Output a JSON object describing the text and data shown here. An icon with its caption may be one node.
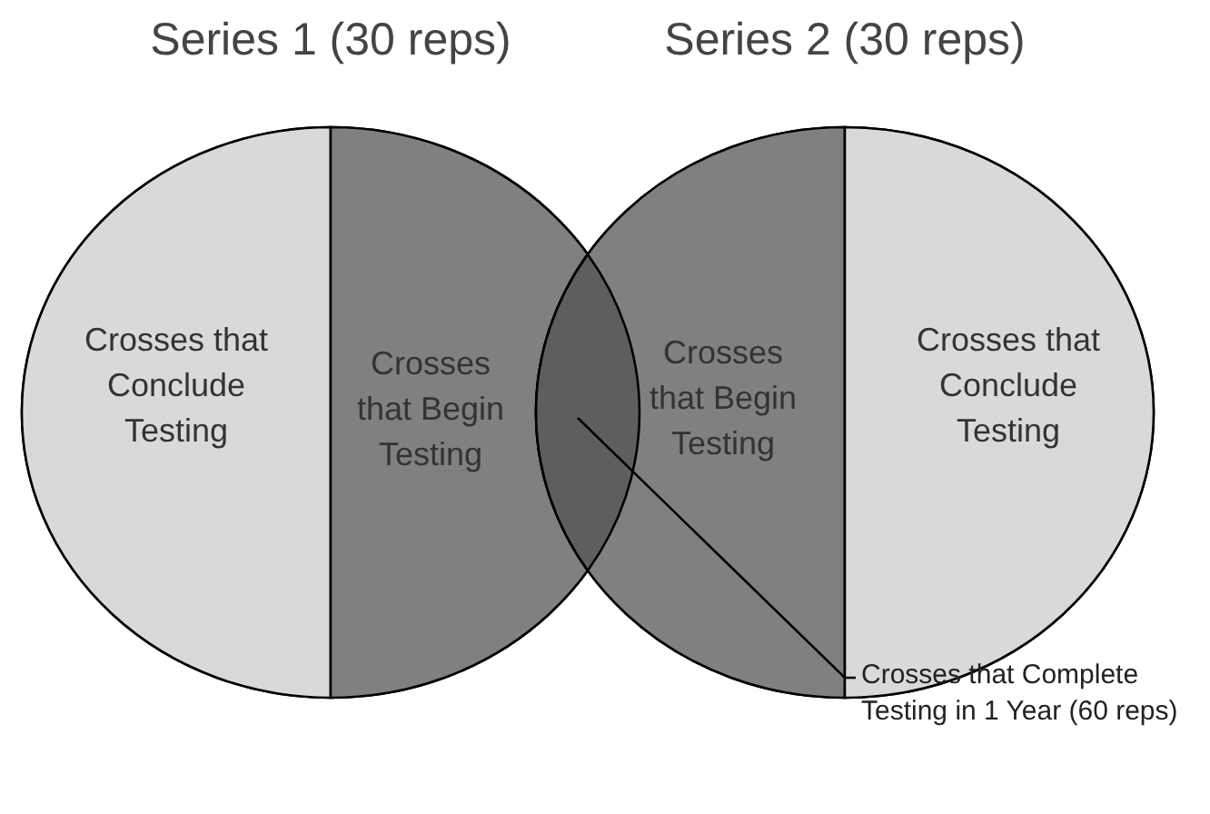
{
  "diagram": {
    "nodes": [
      {
        "text": [
          "Series 1 (30 reps)"
        ]
      },
      {
        "text": [
          "Crosses that Conclude Testing"
        ],
        "in": 0
      },
      {
        "text": [
          "Crosses that Begin Testing"
        ],
        "in": 0
      },
      {
        "text": [
          "Series 2 (30 reps)"
        ]
      },
      {
        "text": [
          "Crosses that Begin Testing"
        ],
        "in": 3
      },
      {
        "text": [
          "Crosses that Conclude Testing"
        ],
        "in": 3
      },
      {
        "text": [],
        "shape": "lens"
      },
      {
        "text": [
          "Crosses that Complete Testing in 1 Year (60 reps)"
        ]
      }
    ],
    "edges": [
      {
        "from": 7,
        "to": 6,
        "arrow": "none"
      }
    ]
  }
}
